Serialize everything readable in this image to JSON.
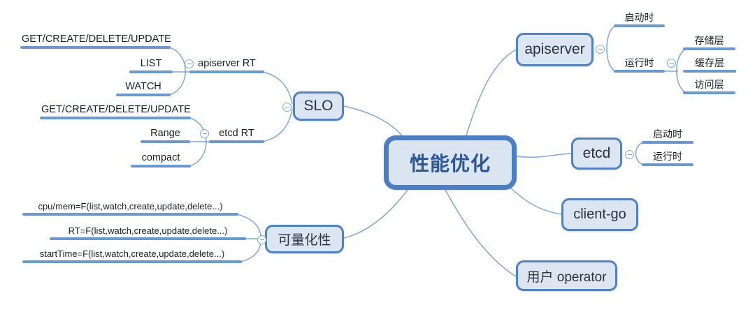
{
  "central": {
    "label": "性能优化"
  },
  "left": {
    "slo": {
      "label": "SLO",
      "apiserver_rt": {
        "label": "apiserver RT",
        "children": [
          "GET/CREATE/DELETE/UPDATE",
          "LIST",
          "WATCH"
        ]
      },
      "etcd_rt": {
        "label": "etcd RT",
        "children": [
          "GET/CREATE/DELETE/UPDATE",
          "Range",
          "compact"
        ]
      }
    },
    "quantifiability": {
      "label": "可量化性",
      "children": [
        "cpu/mem=F(list,watch,create,update,delete...)",
        "RT=F(list,watch,create,update,delete...)",
        "startTime=F(list,watch,create,update,delete...)"
      ]
    }
  },
  "right": {
    "apiserver": {
      "label": "apiserver",
      "startup": {
        "label": "启动时"
      },
      "runtime": {
        "label": "运行时",
        "children": [
          "存储层",
          "缓存层",
          "访问层"
        ]
      }
    },
    "etcd": {
      "label": "etcd",
      "children": [
        "启动时",
        "运行时"
      ]
    },
    "client_go": {
      "label": "client-go"
    },
    "operator": {
      "label": "用户 operator"
    }
  },
  "colors": {
    "branch_line": "#6899d3",
    "thin_line": "#7fa7da",
    "box_border": "#4f83c6",
    "box_fill": "#dce6f2",
    "central_fill": "#dbe5f1",
    "central_text": "#2b5797"
  }
}
